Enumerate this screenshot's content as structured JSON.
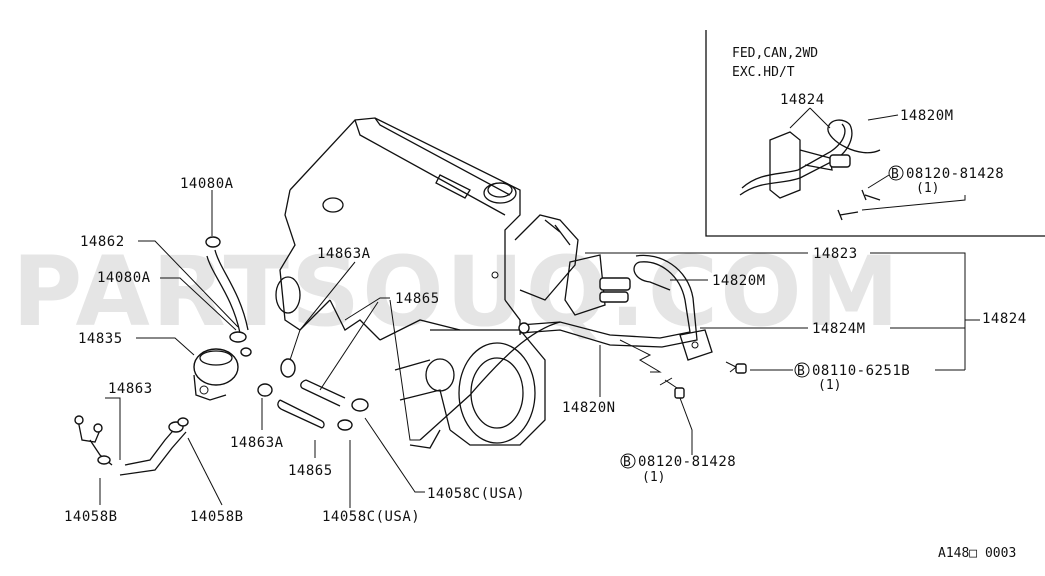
{
  "watermark": "PARTSOUQ.COM",
  "inset": {
    "condition_line1": "FED,CAN,2WD",
    "condition_line2": "EXC.HD/T",
    "labels": {
      "p14824": "14824",
      "p14820M": "14820M",
      "bolt": "08120-81428",
      "bolt_qty": "(1)",
      "bolt_circle": "B"
    }
  },
  "labels": {
    "p14080A_top": "14080A",
    "p14862": "14862",
    "p14080A_mid": "14080A",
    "p14835": "14835",
    "p14863": "14863",
    "p14058B_left": "14058B",
    "p14058B_right": "14058B",
    "p14863A_top": "14863A",
    "p14865_top": "14865",
    "p14863A_bottom": "14863A",
    "p14865_bottom": "14865",
    "p14058C_right": "14058C(USA)",
    "p14058C_bottom": "14058C(USA)",
    "p14823": "14823",
    "p14820M": "14820M",
    "p14824_main": "14824",
    "p14824M": "14824M",
    "p14820N": "14820N",
    "bolt1": "08110-6251B",
    "bolt1_qty": "(1)",
    "bolt1_circle": "B",
    "bolt2": "08120-81428",
    "bolt2_qty": "(1)",
    "bolt2_circle": "B"
  },
  "figure_code": "A148□ 0003"
}
